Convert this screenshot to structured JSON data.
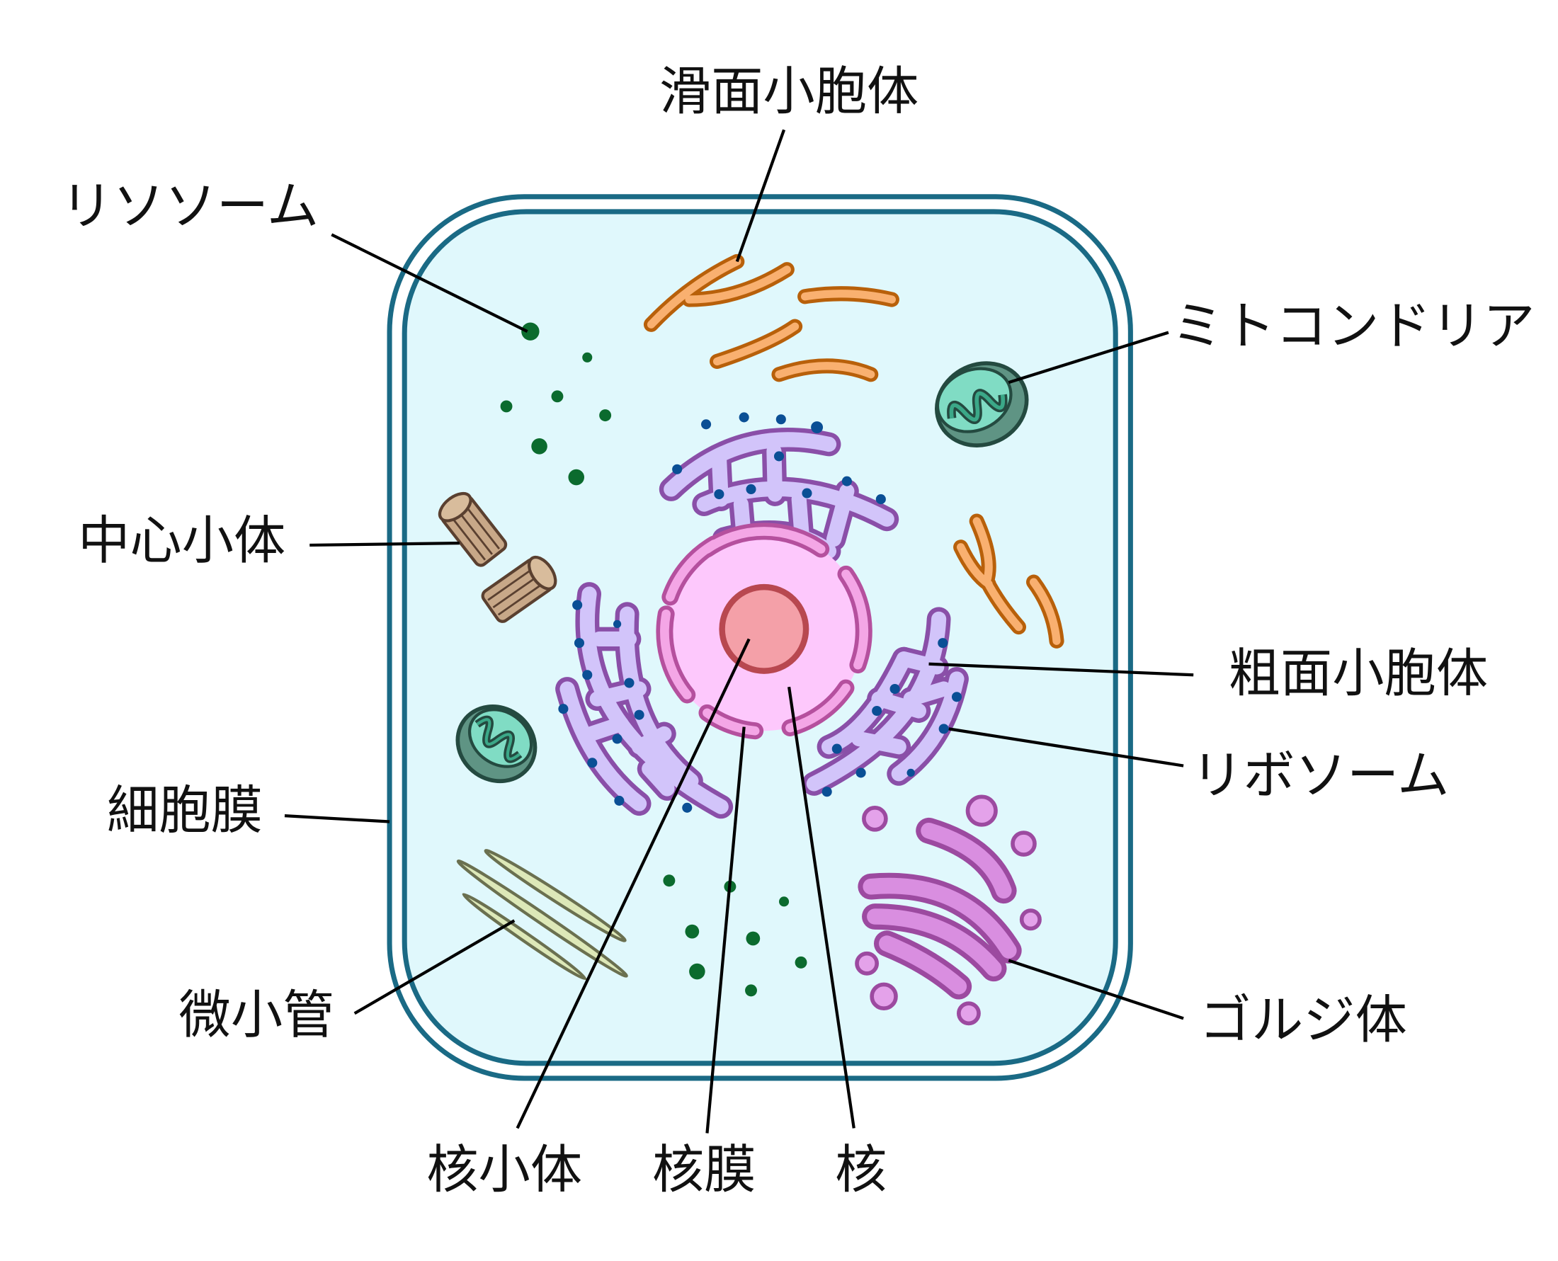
{
  "labels": {
    "smooth_er": "滑面小胞体",
    "lysosome": "リソソーム",
    "mitochondria": "ミトコンドリア",
    "centriole": "中心小体",
    "rough_er": "粗面小胞体",
    "ribosome": "リボソーム",
    "cell_membrane": "細胞膜",
    "microtubule": "微小管",
    "golgi": "ゴルジ体",
    "nucleolus": "核小体",
    "nuclear_envelope": "核膜",
    "nucleus": "核"
  },
  "colors": {
    "membrane": "#1a6a85",
    "cytoplasm": "#e0f8fc",
    "nucleus": "#fdc8fc",
    "nucleolus": "#f4a0a8"
  }
}
